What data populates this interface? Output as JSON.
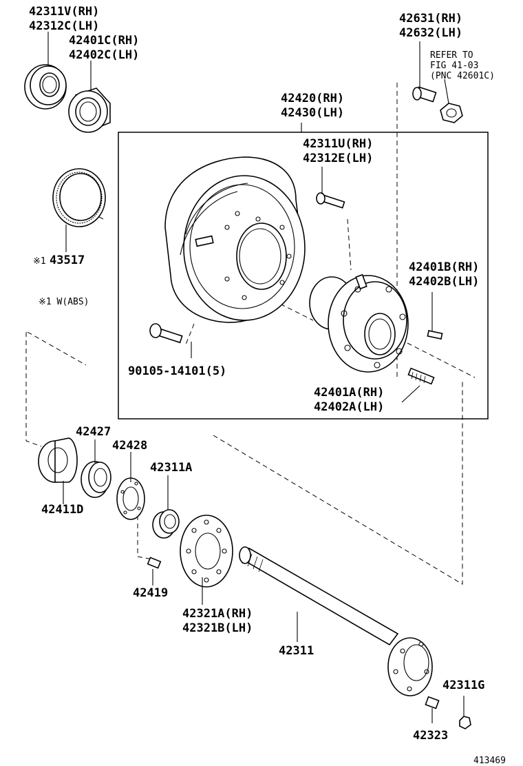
{
  "labels": {
    "l_42311v": "42311V(RH)",
    "l_42312c": "42312C(LH)",
    "l_42401c": "42401C(RH)",
    "l_42402c": "42402C(LH)",
    "l_42631": "42631(RH)",
    "l_42632": "42632(LH)",
    "refer1": "REFER TO",
    "refer2": "FIG 41-03",
    "refer3": "(PNC 42601C)",
    "l_42420": "42420(RH)",
    "l_42430": "42430(LH)",
    "l_42311u": "42311U(RH)",
    "l_42312e": "42312E(LH)",
    "l_43517": "43517",
    "mark1": "※1",
    "note_abs": "※1 W(ABS)",
    "l_42401b": "42401B(RH)",
    "l_42402b": "42402B(LH)",
    "l_90105": "90105-14101(5)",
    "l_42401a": "42401A(RH)",
    "l_42402a": "42402A(LH)",
    "l_42427": "42427",
    "l_42428": "42428",
    "l_42311a": "42311A",
    "l_42411d": "42411D",
    "l_42419": "42419",
    "l_42321a": "42321A(RH)",
    "l_42321b": "42321B(LH)",
    "l_42311": "42311",
    "l_42311g": "42311G",
    "l_42323": "42323",
    "figno": "413469"
  }
}
